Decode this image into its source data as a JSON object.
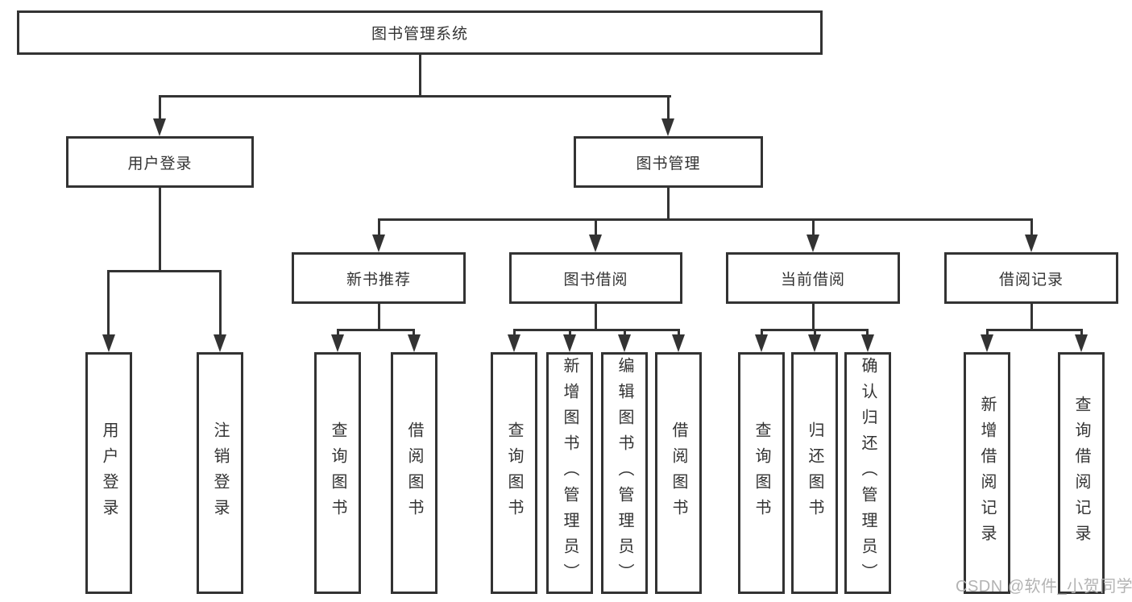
{
  "diagram_title": "图书管理系统",
  "root": {
    "label": "图书管理系统"
  },
  "level2": {
    "user_login": {
      "label": "用户登录"
    },
    "book_mgmt": {
      "label": "图书管理"
    }
  },
  "level3": {
    "new_books": {
      "label": "新书推荐"
    },
    "borrow": {
      "label": "图书借阅"
    },
    "current": {
      "label": "当前借阅"
    },
    "records": {
      "label": "借阅记录"
    }
  },
  "leaves": {
    "user_login": [
      "用户登录",
      "注销登录"
    ],
    "new_books": [
      "查询图书",
      "借阅图书"
    ],
    "borrow": [
      "查询图书",
      "新增图书（管理员）",
      "编辑图书（管理员）",
      "借阅图书"
    ],
    "current": [
      "查询图书",
      "归还图书",
      "确认归还（管理员）"
    ],
    "records": [
      "新增借阅记录",
      "查询借阅记录"
    ]
  },
  "watermark": {
    "text": "CSDN @软件_小贺同学",
    "color": "#b3b3b3"
  },
  "colors": {
    "line": "#333333",
    "border": "#333333",
    "text": "#333333",
    "background": "#ffffff"
  }
}
